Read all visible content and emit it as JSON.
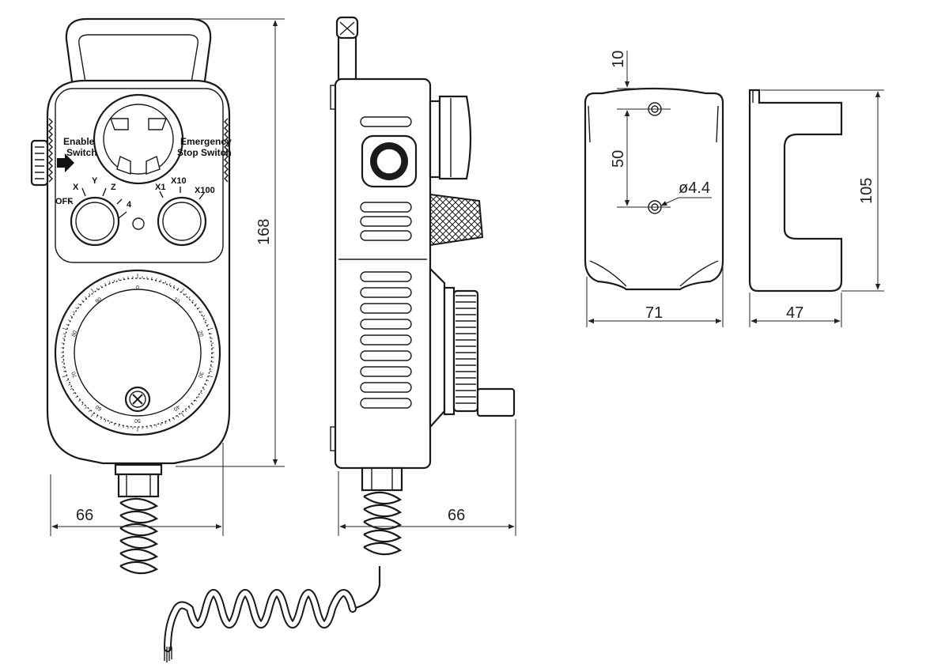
{
  "front_view": {
    "enable_switch": [
      "Enable",
      "Switch"
    ],
    "emergency_switch": [
      "Emergency",
      "Stop Switch"
    ],
    "axis_selector": {
      "labels": [
        "OFF",
        "X",
        "Y",
        "Z",
        "4"
      ]
    },
    "multiplier_selector": {
      "labels": [
        "X1",
        "X10",
        "X100"
      ]
    },
    "dial_scale": [
      "0",
      "10",
      "20",
      "30",
      "40",
      "50",
      "60",
      "70",
      "80",
      "90"
    ]
  },
  "dimensions": {
    "front_width": "66",
    "height": "168",
    "side_width": "66",
    "bracket_offset": "10",
    "hole_spacing": "50",
    "hole_dia": "ø4.4",
    "bracket_width": "71",
    "bracket_height": "105",
    "bracket_depth": "47"
  }
}
